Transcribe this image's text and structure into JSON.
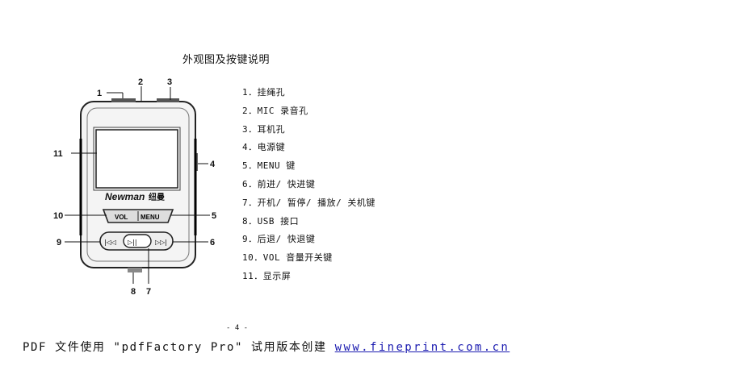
{
  "page": {
    "title": "外观图及按键说明",
    "page_number": "- 4 -"
  },
  "device": {
    "brand": "Newman",
    "brand_cn": "纽曼",
    "vol_label": "VOL",
    "menu_label": "MENU",
    "prev_glyph": "|◁◁",
    "play_glyph": "▷||",
    "next_glyph": "▷▷|",
    "callouts": [
      "1",
      "2",
      "3",
      "4",
      "5",
      "6",
      "7",
      "8",
      "9",
      "10",
      "11"
    ]
  },
  "legend": [
    {
      "num": "1．",
      "text": "挂绳孔"
    },
    {
      "num": "2．",
      "text": "MIC 录音孔"
    },
    {
      "num": "3．",
      "text": "耳机孔"
    },
    {
      "num": "4．",
      "text": "电源键"
    },
    {
      "num": "5．",
      "text": "MENU 键"
    },
    {
      "num": "6．",
      "text": "前进/ 快进键"
    },
    {
      "num": "7．",
      "text": "开机/ 暂停/ 播放/ 关机键"
    },
    {
      "num": "8．",
      "text": "USB 接口"
    },
    {
      "num": "9．",
      "text": "后退/ 快退键"
    },
    {
      "num": "10．",
      "text": "VOL 音量开关键"
    },
    {
      "num": "11．",
      "text": "显示屏"
    }
  ],
  "footer": {
    "text": "PDF 文件使用 \"pdfFactory Pro\" 试用版本创建 ",
    "link": "www.fineprint.com.cn"
  }
}
